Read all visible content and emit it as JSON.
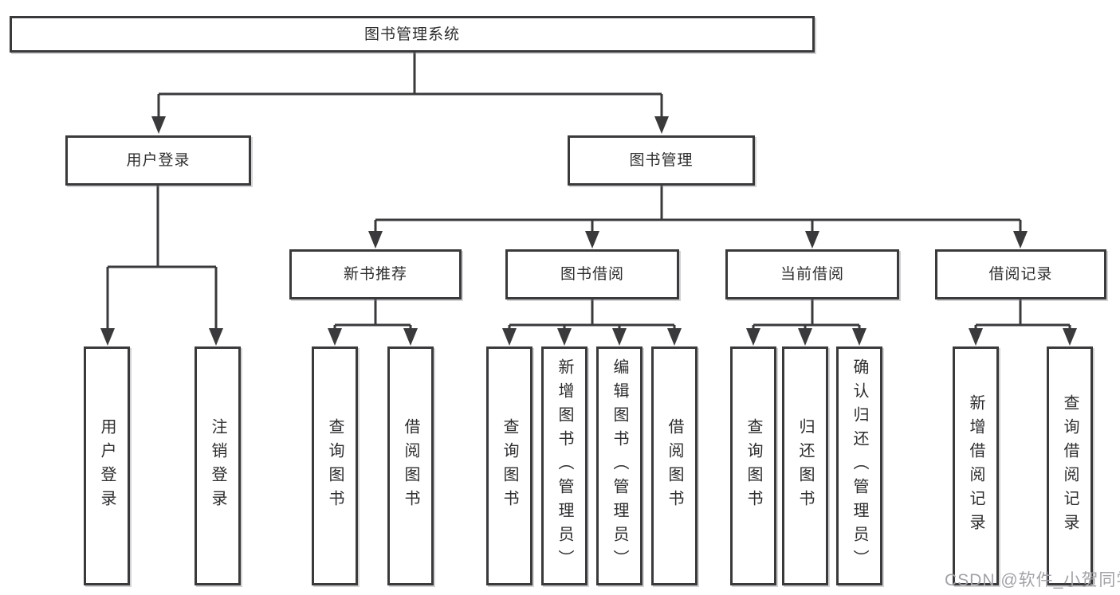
{
  "tree": {
    "root": "图书管理系统",
    "login": {
      "label": "用户登录",
      "children": [
        "用户登录",
        "注销登录"
      ]
    },
    "management": {
      "label": "图书管理",
      "groups": [
        {
          "label": "新书推荐",
          "children": [
            "查询图书",
            "借阅图书"
          ]
        },
        {
          "label": "图书借阅",
          "children": [
            "查询图书",
            "新增图书（管理员）",
            "编辑图书（管理员）",
            "借阅图书"
          ]
        },
        {
          "label": "当前借阅",
          "children": [
            "查询图书",
            "归还图书",
            "确认归还（管理员）"
          ]
        },
        {
          "label": "借阅记录",
          "children": [
            "新增借阅记录",
            "查询借阅记录"
          ]
        }
      ]
    }
  },
  "watermark": "CSDN @软件_小贺同学",
  "colors": {
    "line": "#3a3a3c",
    "text": "#2d2d30",
    "watermark": "#a2a2a8",
    "background": "#ffffff"
  }
}
